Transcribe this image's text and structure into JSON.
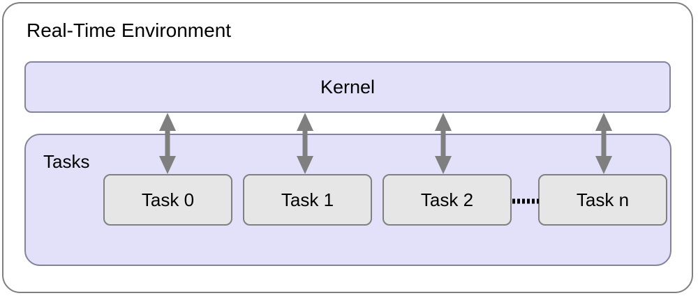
{
  "diagram": {
    "title": "Real-Time Environment",
    "kernel": {
      "label": "Kernel"
    },
    "tasks_group": {
      "label": "Tasks",
      "tasks": [
        {
          "label": "Task 0"
        },
        {
          "label": "Task 1"
        },
        {
          "label": "Task 2"
        },
        {
          "label": "Task n"
        }
      ],
      "ellipsis_connector": "dotted"
    },
    "connections": [
      {
        "from": "Kernel",
        "to": "Task 0",
        "style": "double-arrow"
      },
      {
        "from": "Kernel",
        "to": "Task 1",
        "style": "double-arrow"
      },
      {
        "from": "Kernel",
        "to": "Task 2",
        "style": "double-arrow"
      },
      {
        "from": "Kernel",
        "to": "Task n",
        "style": "double-arrow"
      }
    ],
    "colors": {
      "outer_border": "#7f7f7f",
      "panel_fill": "#E2E1F9",
      "panel_border": "#83839b",
      "task_fill": "#E6E6E6",
      "task_border": "#808080",
      "arrow": "#7f7f7f",
      "text": "#000000",
      "background": "#ffffff"
    }
  }
}
